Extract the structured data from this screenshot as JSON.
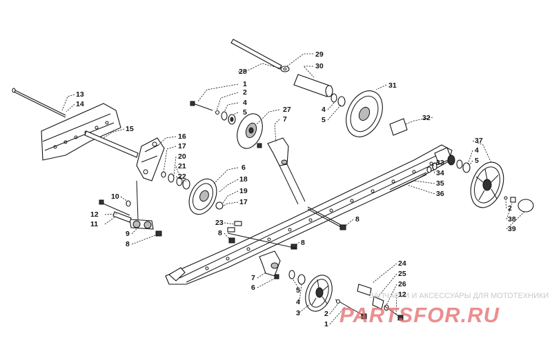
{
  "parts": [
    {
      "num": "1"
    },
    {
      "num": "2"
    },
    {
      "num": "4"
    },
    {
      "num": "5"
    },
    {
      "num": "27"
    },
    {
      "num": "7"
    },
    {
      "num": "28"
    },
    {
      "num": "29"
    },
    {
      "num": "30"
    },
    {
      "num": "31"
    },
    {
      "num": "4"
    },
    {
      "num": "5"
    },
    {
      "num": "13"
    },
    {
      "num": "14"
    },
    {
      "num": "15"
    },
    {
      "num": "16"
    },
    {
      "num": "17"
    },
    {
      "num": "20"
    },
    {
      "num": "21"
    },
    {
      "num": "22"
    },
    {
      "num": "6"
    },
    {
      "num": "18"
    },
    {
      "num": "19"
    },
    {
      "num": "17"
    },
    {
      "num": "32"
    },
    {
      "num": "37"
    },
    {
      "num": "4"
    },
    {
      "num": "5"
    },
    {
      "num": "33"
    },
    {
      "num": "34"
    },
    {
      "num": "35"
    },
    {
      "num": "36"
    },
    {
      "num": "2"
    },
    {
      "num": "38"
    },
    {
      "num": "39"
    },
    {
      "num": "10"
    },
    {
      "num": "12"
    },
    {
      "num": "11"
    },
    {
      "num": "9"
    },
    {
      "num": "8"
    },
    {
      "num": "23"
    },
    {
      "num": "8"
    },
    {
      "num": "8"
    },
    {
      "num": "8"
    },
    {
      "num": "7"
    },
    {
      "num": "6"
    },
    {
      "num": "5"
    },
    {
      "num": "4"
    },
    {
      "num": "3"
    },
    {
      "num": "2"
    },
    {
      "num": "1"
    },
    {
      "num": "24"
    },
    {
      "num": "25"
    },
    {
      "num": "26"
    },
    {
      "num": "12"
    }
  ],
  "watermark": {
    "caption": "ЗАПЧАСТИ И АКСЕССУАРЫ ДЛЯ МОТОТЕХНИКИ",
    "logo": "PARTSFOR.RU"
  }
}
